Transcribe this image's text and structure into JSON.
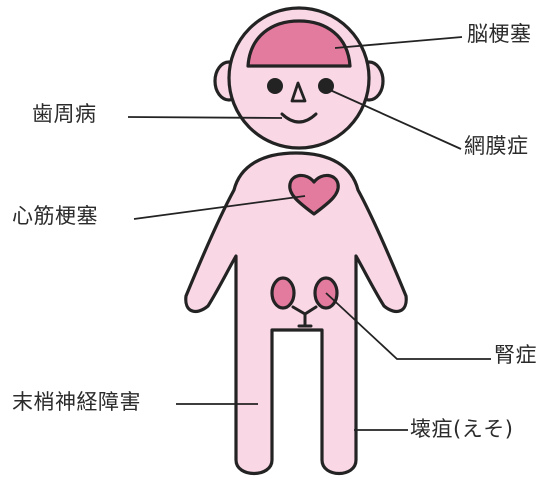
{
  "figure": {
    "colors": {
      "body_fill": "#f9d7e5",
      "outline": "#232323",
      "organ_fill": "#e37b9e",
      "leader_line": "#232323"
    }
  },
  "labels": {
    "brain": "脳梗塞",
    "retina": "網膜症",
    "gum": "歯周病",
    "heart": "心筋梗塞",
    "kidney": "腎症",
    "nerve": "末梢神経障害",
    "gangrene": "壊疽(えそ)"
  }
}
